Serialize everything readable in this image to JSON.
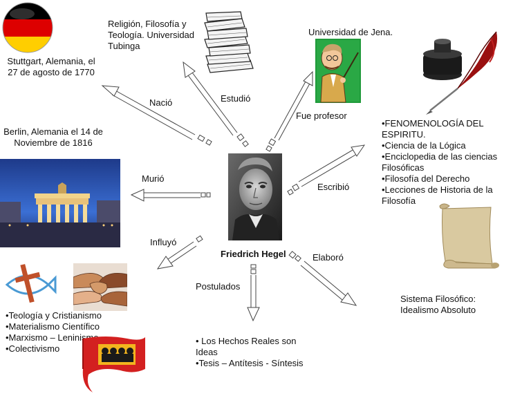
{
  "center": {
    "name": "Friedrich Hegel"
  },
  "nodes": {
    "birth": "Stuttgart, Alemania, el 27 de agosto de 1770",
    "studies": "Religión, Filosofía y Teología.  Universidad Tubinga",
    "professor": "Universidad de Jena.",
    "death": "Berlin, Alemania el 14 de Noviembre de 1816",
    "works": [
      "•FENOMENOLOGÍA DEL ESPIRITU.",
      "•Ciencia de la Lógica",
      "•Enciclopedia de las ciencias Filosóficas",
      "•Filosofía del Derecho",
      "•Lecciones de Historia de la Filosofía"
    ],
    "influences": [
      "•Teología y Cristianismo",
      "•Materialismo Científico",
      "•Marxismo – Leninismo",
      "•Colectivismo"
    ],
    "postulates": [
      "• Los Hechos Reales son Ideas",
      "•Tesis – Antítesis - Síntesis"
    ],
    "system": "Sistema Filosófico: Idealismo Absoluto"
  },
  "edges": {
    "born": "Nació",
    "studied": "Estudió",
    "professor": "Fue profesor",
    "died": "Murió",
    "wrote": "Escribió",
    "influenced": "Influyó",
    "postulates": "Postulados",
    "elaborated": "Elaboró"
  },
  "icons": {
    "flag": "germany-flag-icon",
    "books": "books-icon",
    "professor": "professor-icon",
    "inkwell": "inkwell-quill-icon",
    "gate": "brandenburg-gate-photo",
    "scroll": "parchment-scroll-icon",
    "religion": "cross-fish-icon",
    "hands": "joined-hands-photo",
    "red_flag": "communist-flag-icon"
  },
  "colors": {
    "flag_black": "#000000",
    "flag_red": "#dd0000",
    "flag_gold": "#ffce00",
    "red_flag": "#d32020"
  }
}
